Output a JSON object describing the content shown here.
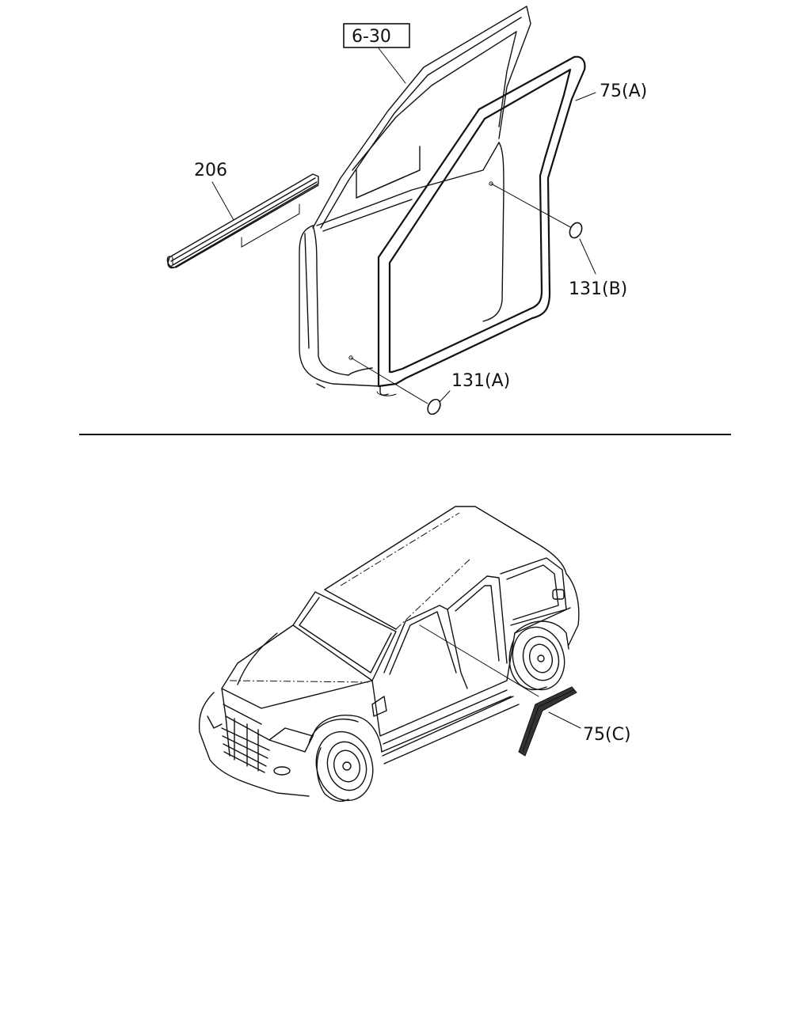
{
  "callouts": {
    "ref_6_30": "6-30",
    "part_206": "206",
    "part_75a": "75(A)",
    "part_131b": "131(B)",
    "part_131a": "131(A)",
    "part_75c": "75(C)"
  },
  "colors": {
    "line": "#111111",
    "background": "#ffffff"
  }
}
